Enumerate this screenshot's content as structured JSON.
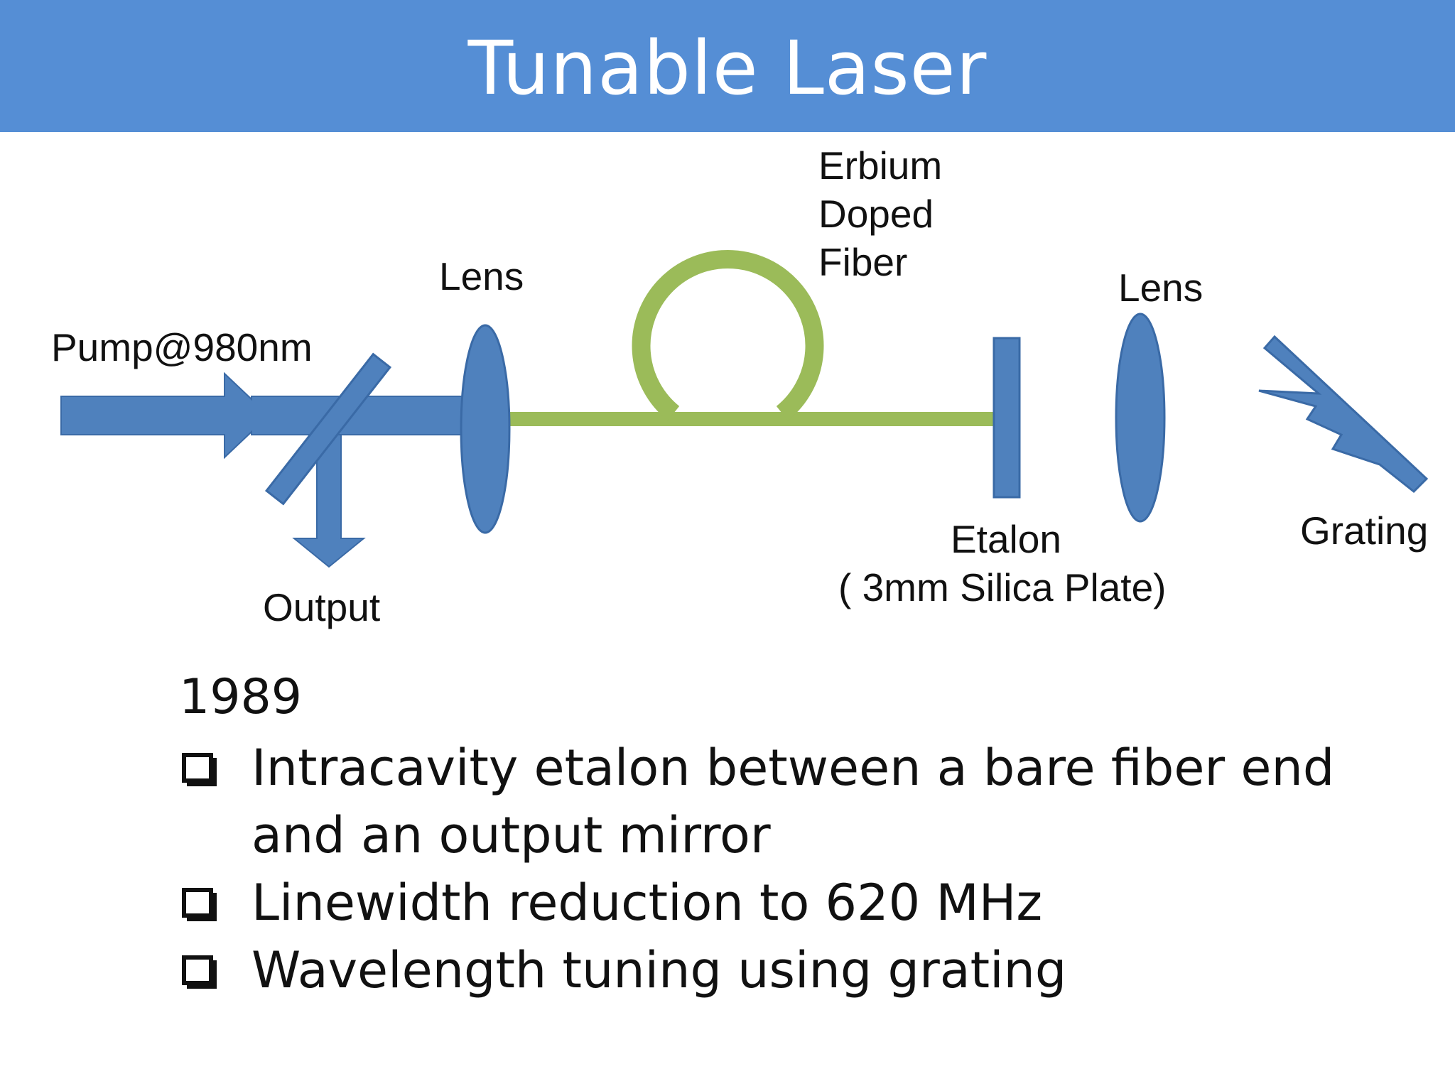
{
  "slide": {
    "title": "Tunable Laser"
  },
  "diagram": {
    "labels": {
      "pump": "Pump@980nm",
      "output": "Output",
      "lens_left": "Lens",
      "fiber_line1": "Erbium",
      "fiber_line2": "Doped",
      "fiber_line3": "Fiber",
      "lens_right": "Lens",
      "etalon_line1": "Etalon",
      "etalon_line2": "( 3mm Silica Plate)",
      "grating": "Grating"
    },
    "colors": {
      "component_blue": "#4f81bd",
      "component_outline": "#3a6aa6",
      "fiber_green": "#9bbb59"
    }
  },
  "notes": {
    "year": "1989",
    "bullets": [
      "Intracavity etalon between a bare fiber end and an output mirror",
      "Linewidth reduction to 620 MHz",
      "Wavelength tuning using grating"
    ]
  },
  "colors": {
    "title_bar": "#558ed5",
    "title_text": "#ffffff"
  }
}
